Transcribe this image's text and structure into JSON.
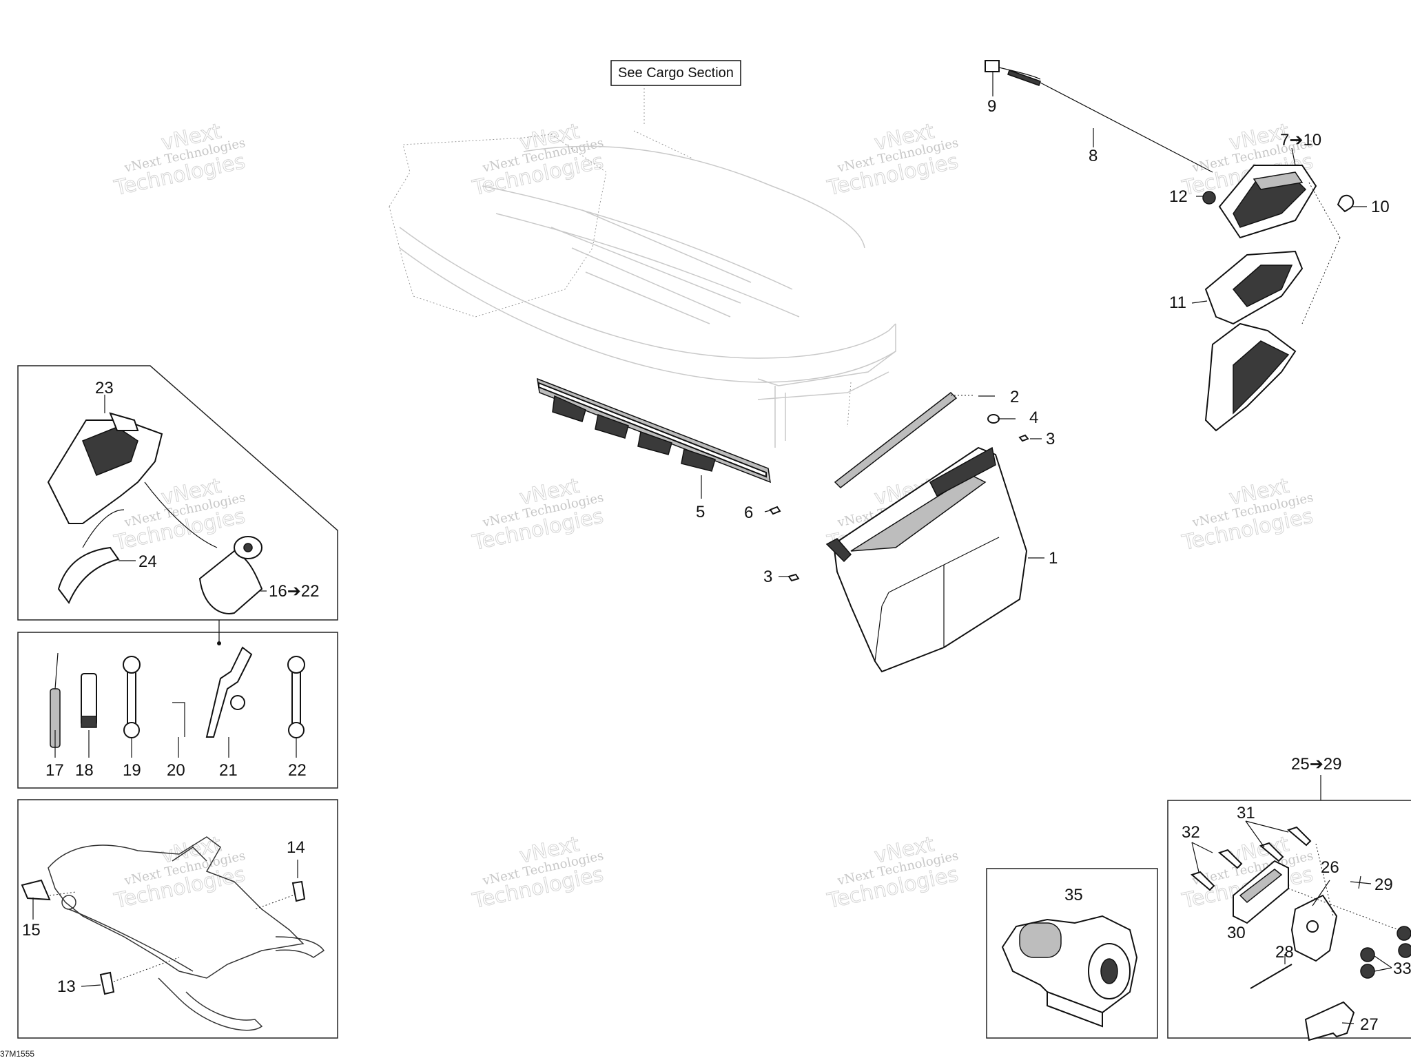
{
  "reference_box": "See Cargo Section",
  "document_id": "37M1555",
  "watermark": {
    "line1": "vNext Technologies",
    "line2": "Technologies",
    "line3": "vNext"
  },
  "callouts": {
    "c1": "1",
    "c2": "2",
    "c3a": "3",
    "c3b": "3",
    "c4": "4",
    "c5": "5",
    "c6": "6",
    "c7_10": "7➔10",
    "c8": "8",
    "c9": "9",
    "c10": "10",
    "c11": "11",
    "c12": "12",
    "c13": "13",
    "c14": "14",
    "c15": "15",
    "c16_22": "16➔22",
    "c17": "17",
    "c18": "18",
    "c19": "19",
    "c20": "20",
    "c21": "21",
    "c22": "22",
    "c23": "23",
    "c24": "24",
    "c25_29": "25➔29",
    "c26": "26",
    "c27": "27",
    "c28": "28",
    "c29": "29",
    "c30": "30",
    "c31": "31",
    "c32": "32",
    "c33": "33",
    "c35": "35"
  }
}
